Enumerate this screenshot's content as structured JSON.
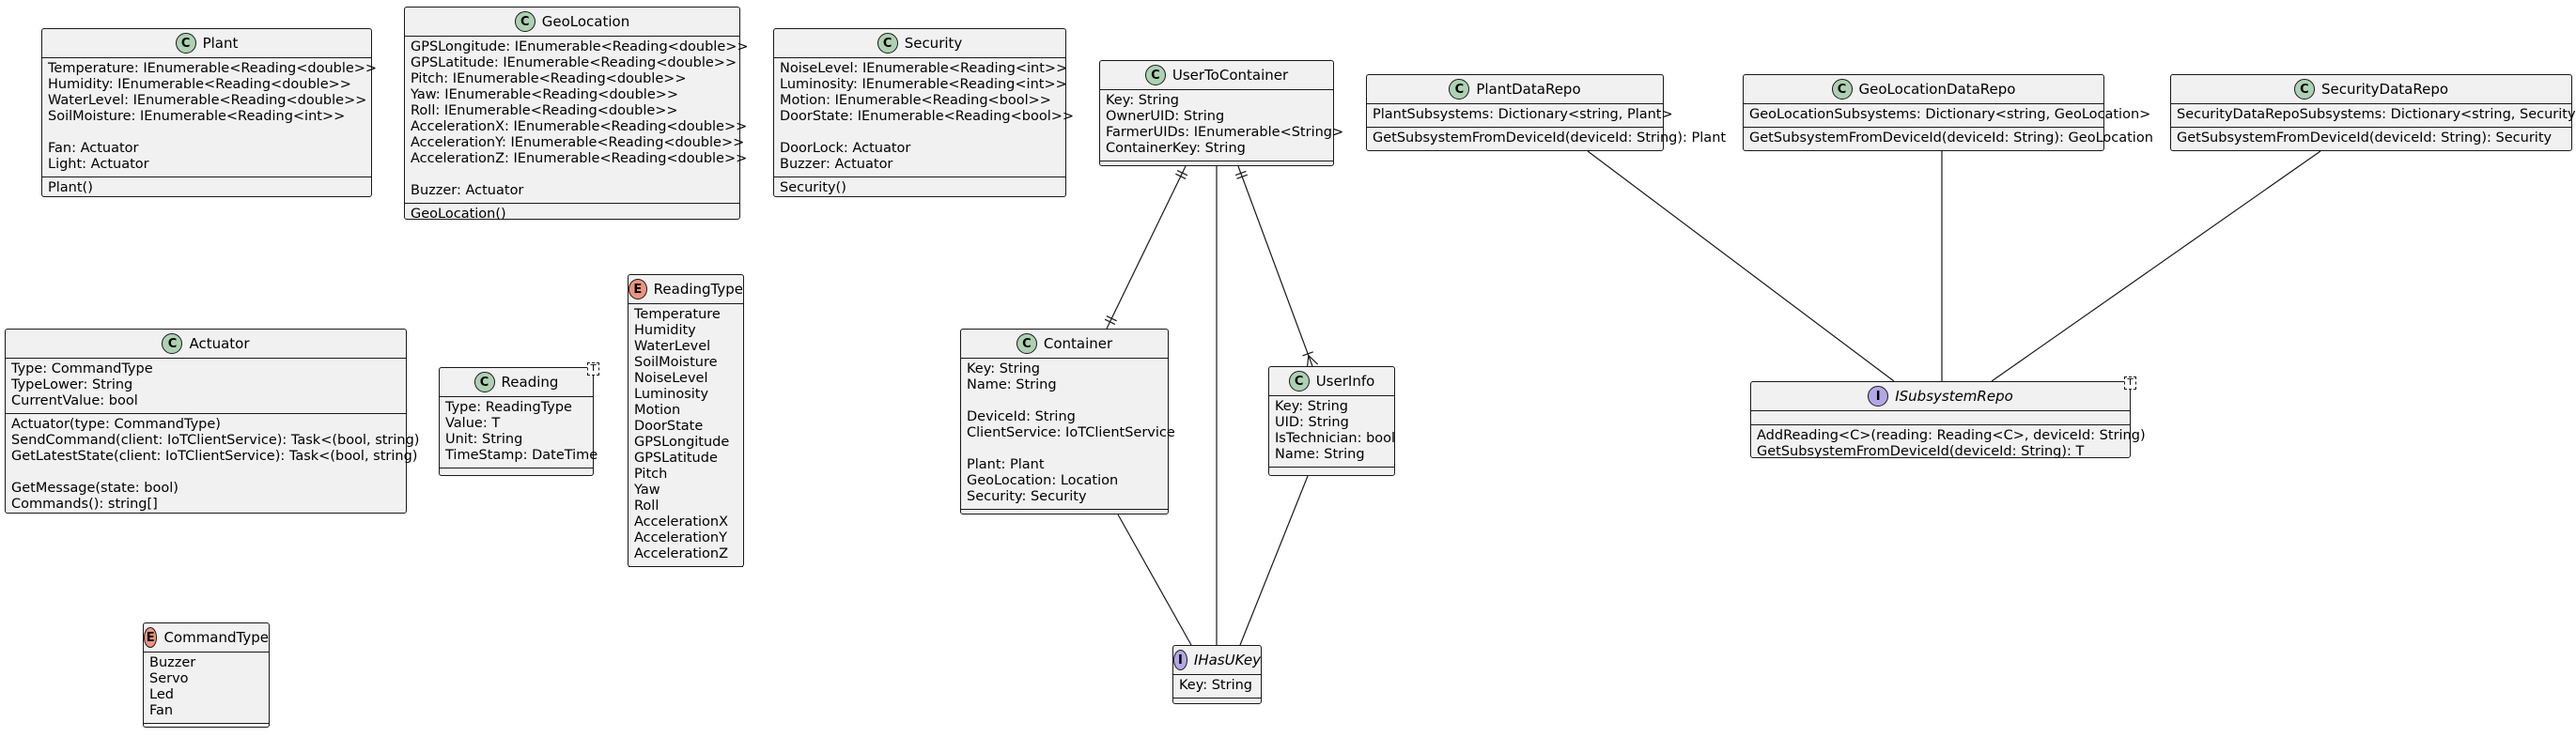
{
  "classes": [
    {
      "id": "plant",
      "name": "Plant",
      "stereo": "C",
      "template": "",
      "italic": false,
      "sections": [
        [
          "Temperature: IEnumerable<Reading<double>>",
          "Humidity: IEnumerable<Reading<double>>",
          "WaterLevel: IEnumerable<Reading<double>>",
          "SoilMoisture: IEnumerable<Reading<int>>",
          "",
          "Fan: Actuator",
          "Light: Actuator"
        ],
        [
          "Plant()"
        ]
      ]
    },
    {
      "id": "geolocation",
      "name": "GeoLocation",
      "stereo": "C",
      "template": "",
      "italic": false,
      "sections": [
        [
          "GPSLongitude: IEnumerable<Reading<double>>",
          "GPSLatitude: IEnumerable<Reading<double>>",
          "Pitch: IEnumerable<Reading<double>>",
          "Yaw: IEnumerable<Reading<double>>",
          "Roll: IEnumerable<Reading<double>>",
          "AccelerationX: IEnumerable<Reading<double>>",
          "AccelerationY: IEnumerable<Reading<double>>",
          "AccelerationZ: IEnumerable<Reading<double>>",
          "",
          "Buzzer: Actuator"
        ],
        [
          "GeoLocation()"
        ]
      ]
    },
    {
      "id": "security",
      "name": "Security",
      "stereo": "C",
      "template": "",
      "italic": false,
      "sections": [
        [
          "NoiseLevel: IEnumerable<Reading<int>>",
          "Luminosity: IEnumerable<Reading<int>>",
          "Motion: IEnumerable<Reading<bool>>",
          "DoorState: IEnumerable<Reading<bool>>",
          "",
          "DoorLock: Actuator",
          "Buzzer: Actuator"
        ],
        [
          "Security()"
        ]
      ]
    },
    {
      "id": "usertocontainer",
      "name": "UserToContainer",
      "stereo": "C",
      "template": "",
      "italic": false,
      "sections": [
        [
          "Key: String",
          "OwnerUID: String",
          "FarmerUIDs: IEnumerable<String>",
          "ContainerKey: String"
        ],
        []
      ]
    },
    {
      "id": "plantdatarepo",
      "name": "PlantDataRepo",
      "stereo": "C",
      "template": "",
      "italic": false,
      "sections": [
        [
          "PlantSubsystems: Dictionary<string, Plant>"
        ],
        [
          "GetSubsystemFromDeviceId(deviceId: String): Plant"
        ]
      ]
    },
    {
      "id": "geolocationdatarepo",
      "name": "GeoLocationDataRepo",
      "stereo": "C",
      "template": "",
      "italic": false,
      "sections": [
        [
          "GeoLocationSubsystems: Dictionary<string, GeoLocation>"
        ],
        [
          "GetSubsystemFromDeviceId(deviceId: String): GeoLocation"
        ]
      ]
    },
    {
      "id": "securitydatarepo",
      "name": "SecurityDataRepo",
      "stereo": "C",
      "template": "",
      "italic": false,
      "sections": [
        [
          "SecurityDataRepoSubsystems: Dictionary<string, Security>"
        ],
        [
          "GetSubsystemFromDeviceId(deviceId: String): Security"
        ]
      ]
    },
    {
      "id": "actuator",
      "name": "Actuator",
      "stereo": "C",
      "template": "",
      "italic": false,
      "sections": [
        [
          "Type: CommandType",
          "TypeLower: String",
          "CurrentValue: bool"
        ],
        [
          "Actuator(type: CommandType)",
          "SendCommand(client: IoTClientService): Task<(bool, string)",
          "GetLatestState(client: IoTClientService): Task<(bool, string)",
          "",
          "GetMessage(state: bool)",
          "Commands(): string[]"
        ]
      ]
    },
    {
      "id": "reading",
      "name": "Reading",
      "stereo": "C",
      "template": "T",
      "italic": false,
      "sections": [
        [
          "Type: ReadingType",
          "Value: T",
          "Unit: String",
          "TimeStamp: DateTime"
        ],
        []
      ]
    },
    {
      "id": "readingtype",
      "name": "ReadingType",
      "stereo": "E",
      "template": "",
      "italic": false,
      "sections": [
        [
          "Temperature",
          "Humidity",
          "WaterLevel",
          "SoilMoisture",
          "NoiseLevel",
          "Luminosity",
          "Motion",
          "DoorState",
          "GPSLongitude",
          "GPSLatitude",
          "Pitch",
          "Yaw",
          "Roll",
          "AccelerationX",
          "AccelerationY",
          "AccelerationZ"
        ],
        []
      ]
    },
    {
      "id": "container",
      "name": "Container",
      "stereo": "C",
      "template": "",
      "italic": false,
      "sections": [
        [
          "Key: String",
          "Name: String",
          "",
          "DeviceId: String",
          "ClientService: IoTClientService",
          "",
          "Plant: Plant",
          "GeoLocation: Location",
          "Security: Security"
        ],
        []
      ]
    },
    {
      "id": "userinfo",
      "name": "UserInfo",
      "stereo": "C",
      "template": "",
      "italic": false,
      "sections": [
        [
          "Key: String",
          "UID: String",
          "IsTechnician: bool",
          "Name: String"
        ],
        []
      ]
    },
    {
      "id": "isubsystemrepo",
      "name": "ISubsystemRepo",
      "stereo": "I",
      "template": "T",
      "italic": true,
      "sections": [
        [],
        [
          "AddReading<C>(reading: Reading<C>, deviceId: String)",
          "GetSubsystemFromDeviceId(deviceId: String): T"
        ]
      ]
    },
    {
      "id": "commandtype",
      "name": "CommandType",
      "stereo": "E",
      "template": "",
      "italic": false,
      "sections": [
        [
          "Buzzer",
          "Servo",
          "Led",
          "Fan"
        ],
        []
      ]
    },
    {
      "id": "ihasukey",
      "name": "IHasUKey",
      "stereo": "I",
      "template": "",
      "italic": true,
      "sections": [
        [
          "Key: String"
        ],
        []
      ]
    }
  ],
  "relations": [
    {
      "from": "usertocontainer",
      "to": "container",
      "type": "one-to-one"
    },
    {
      "from": "usertocontainer",
      "to": "ihasukey",
      "type": "plain"
    },
    {
      "from": "usertocontainer",
      "to": "userinfo",
      "type": "one-to-many"
    },
    {
      "from": "container",
      "to": "ihasukey",
      "type": "plain"
    },
    {
      "from": "userinfo",
      "to": "ihasukey",
      "type": "plain"
    },
    {
      "from": "plantdatarepo",
      "to": "isubsystemrepo",
      "type": "plain"
    },
    {
      "from": "geolocationdatarepo",
      "to": "isubsystemrepo",
      "type": "plain"
    },
    {
      "from": "securitydatarepo",
      "to": "isubsystemrepo",
      "type": "plain"
    }
  ]
}
